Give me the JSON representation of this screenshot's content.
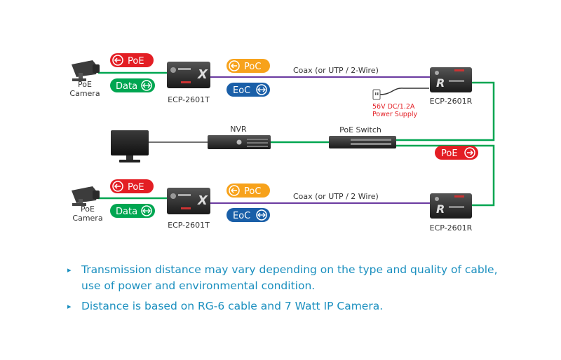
{
  "diagram": {
    "top": {
      "camera_label": [
        "PoE",
        "Camera"
      ],
      "poe_pill": "PoE",
      "data_pill": "Data",
      "tx_model": "ECP-2601T",
      "poc_pill": "PoC",
      "eoc_pill": "EoC",
      "cable_label": "Coax (or UTP / 2-Wire)",
      "rx_model": "ECP-2601R",
      "power_supply": [
        "56V DC/1.2A",
        "Power Supply"
      ]
    },
    "middle": {
      "nvr_label": "NVR",
      "switch_label": "PoE Switch",
      "poe_pill": "PoE"
    },
    "bottom": {
      "camera_label": [
        "PoE",
        "Camera"
      ],
      "poe_pill": "PoE",
      "data_pill": "Data",
      "tx_model": "ECP-2601T",
      "poc_pill": "PoC",
      "eoc_pill": "EoC",
      "cable_label": "Coax (or UTP / 2 Wire)",
      "rx_model": "ECP-2601R"
    },
    "device_logo_letter": "X",
    "rx_logo_letter": "R",
    "colors": {
      "poe": "#e31e24",
      "data": "#00a651",
      "poc": "#f7a21b",
      "eoc": "#1a5fa8",
      "green_line": "#00a651",
      "coax_line": "#6a3aa0",
      "text_blue": "#1a8fbf"
    }
  },
  "notes": [
    [
      "Transmission distance may vary depending on the type and quality of cable,",
      "use of power and environmental condition."
    ],
    [
      "Distance is based on RG-6 cable and 7 Watt IP Camera."
    ]
  ]
}
